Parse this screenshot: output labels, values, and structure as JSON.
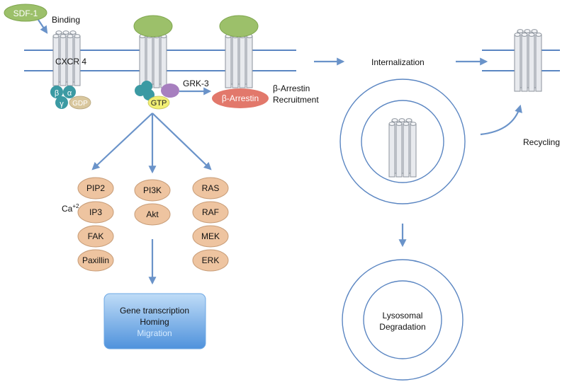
{
  "colors": {
    "membrane": "#5b86c2",
    "arrow": "#6a93c9",
    "receptor_fill": "#e8eaee",
    "receptor_stroke": "#8c939c",
    "ligand_green": "#9cc06a",
    "g_protein_teal": "#3b9aa3",
    "grk_purple": "#a77fbf",
    "gtp_yellow": "#f1ef74",
    "gdp_tan": "#d9c79e",
    "arrestin_red": "#e2786b",
    "pathway_peach": "#eec4a0",
    "box_blue": "#6ea8e4",
    "box_light_text": "#d7ecff"
  },
  "labels": {
    "sdf1": "SDF-1",
    "binding": "Binding",
    "cxcr4": "CXCR 4",
    "beta": "β",
    "alpha": "α",
    "gamma": "γ",
    "gdp": "GDP",
    "gtp": "GTP",
    "grk3": "GRK-3",
    "arrestin": "β-Arrestin",
    "arrestin_recruitment_1": "β-Arrestin",
    "arrestin_recruitment_2": "Recruitment",
    "internalization": "Internalization",
    "recycling": "Recycling",
    "lysosomal_1": "Lysosomal",
    "lysosomal_2": "Degradation",
    "ca_base": "Ca",
    "ca_sup": "+2"
  },
  "pathways": {
    "left": [
      "PIP2",
      "IP3",
      "FAK",
      "Paxillin"
    ],
    "middle": [
      "PI3K",
      "Akt"
    ],
    "right": [
      "RAS",
      "RAF",
      "MEK",
      "ERK"
    ]
  },
  "outcome_box": {
    "line1": "Gene transcription",
    "line2": "Homing",
    "line3": "Migration"
  }
}
